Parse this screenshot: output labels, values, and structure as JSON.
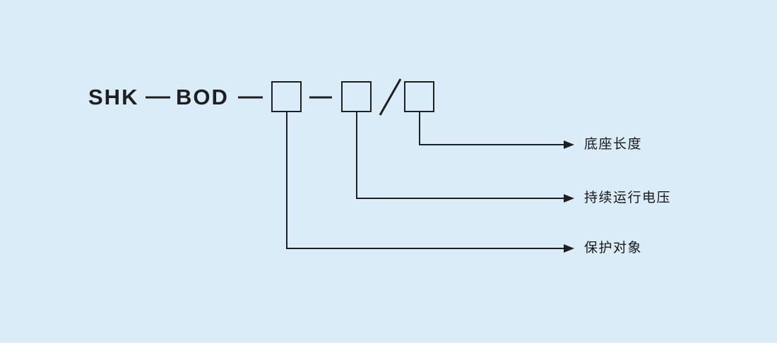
{
  "title": "SHK-BOD model designation diagram",
  "model": {
    "prefix": "SHK",
    "series": "BOD",
    "separator": "—",
    "slash": "/"
  },
  "boxes": [
    {
      "name": "protection-object-code-box",
      "value": ""
    },
    {
      "name": "continuous-voltage-code-box",
      "value": ""
    },
    {
      "name": "base-length-code-box",
      "value": ""
    }
  ],
  "callouts": [
    {
      "text": "底座长度"
    },
    {
      "text": "持续运行电压"
    },
    {
      "text": "保护对象"
    }
  ],
  "colors": {
    "background": "#d9ecf7",
    "line": "#1f1f1f",
    "text": "#1f1f1f"
  }
}
